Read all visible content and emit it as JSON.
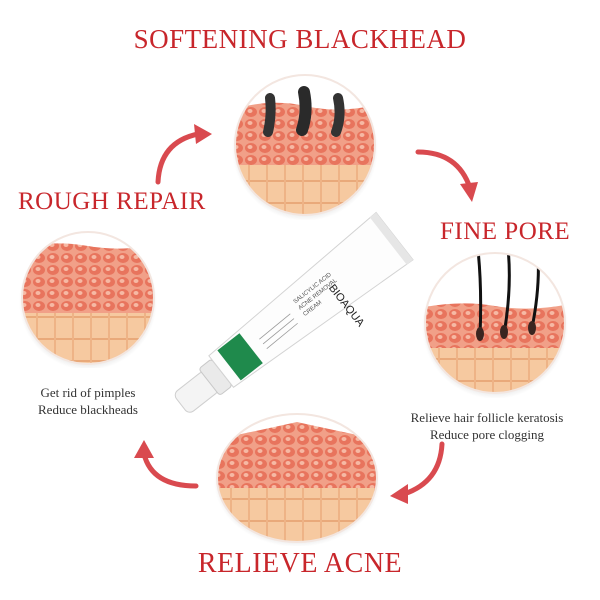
{
  "titles": {
    "top": "SOFTENING BLACKHEAD",
    "left": "ROUGH REPAIR",
    "right": "FINE PORE",
    "bottom": "RELIEVE ACNE"
  },
  "captions": {
    "left": [
      "Get rid of pimples",
      "Reduce blackheads"
    ],
    "right": [
      "Relieve hair follicle keratosis",
      "Reduce pore clogging"
    ]
  },
  "product": {
    "brand": "BIOAQUA",
    "name_line1": "SALICYLIC ACID",
    "name_line2": "ACNE REMOVAL",
    "name_line3": "CREAM"
  },
  "colors": {
    "title": "#c8262b",
    "arrow": "#d94a4f",
    "tube_band": "#1f8a4c"
  },
  "icons": [
    "curved-arrow-icon"
  ]
}
